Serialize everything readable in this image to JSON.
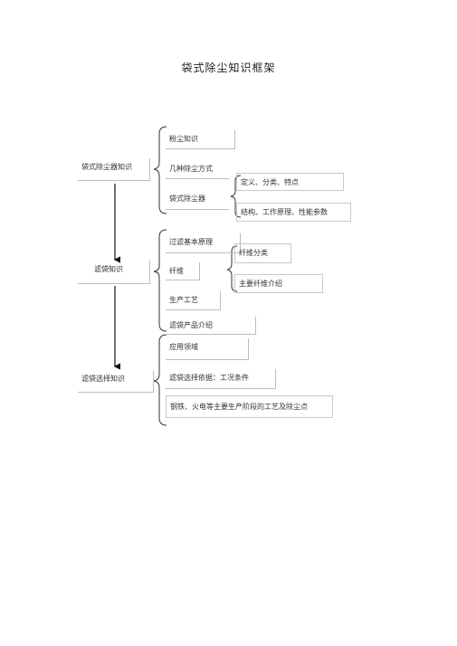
{
  "title": "袋式除尘知识框架",
  "level1": {
    "dust_collector": "袋式除尘器知识",
    "filter_bag": "滤袋知识",
    "bag_selection": "滤袋选择知识"
  },
  "level2": {
    "dust": "粉尘知识",
    "methods": "几种除尘方式",
    "bag_collector": "袋式除尘器",
    "filter_principle": "过滤基本原理",
    "fiber": "纤维",
    "production": "生产工艺",
    "product_intro": "滤袋产品介绍",
    "application": "应用领域",
    "selection_basis": "滤袋选择依据：工况条件",
    "steel_power": "钢铁、火电等主要生产阶段的工艺及除尘点"
  },
  "level3": {
    "definition": "定义、分类、特点",
    "structure": "结构、工作原理、性能参数",
    "fiber_class": "纤维分类",
    "main_fiber": "主要纤维介绍"
  }
}
